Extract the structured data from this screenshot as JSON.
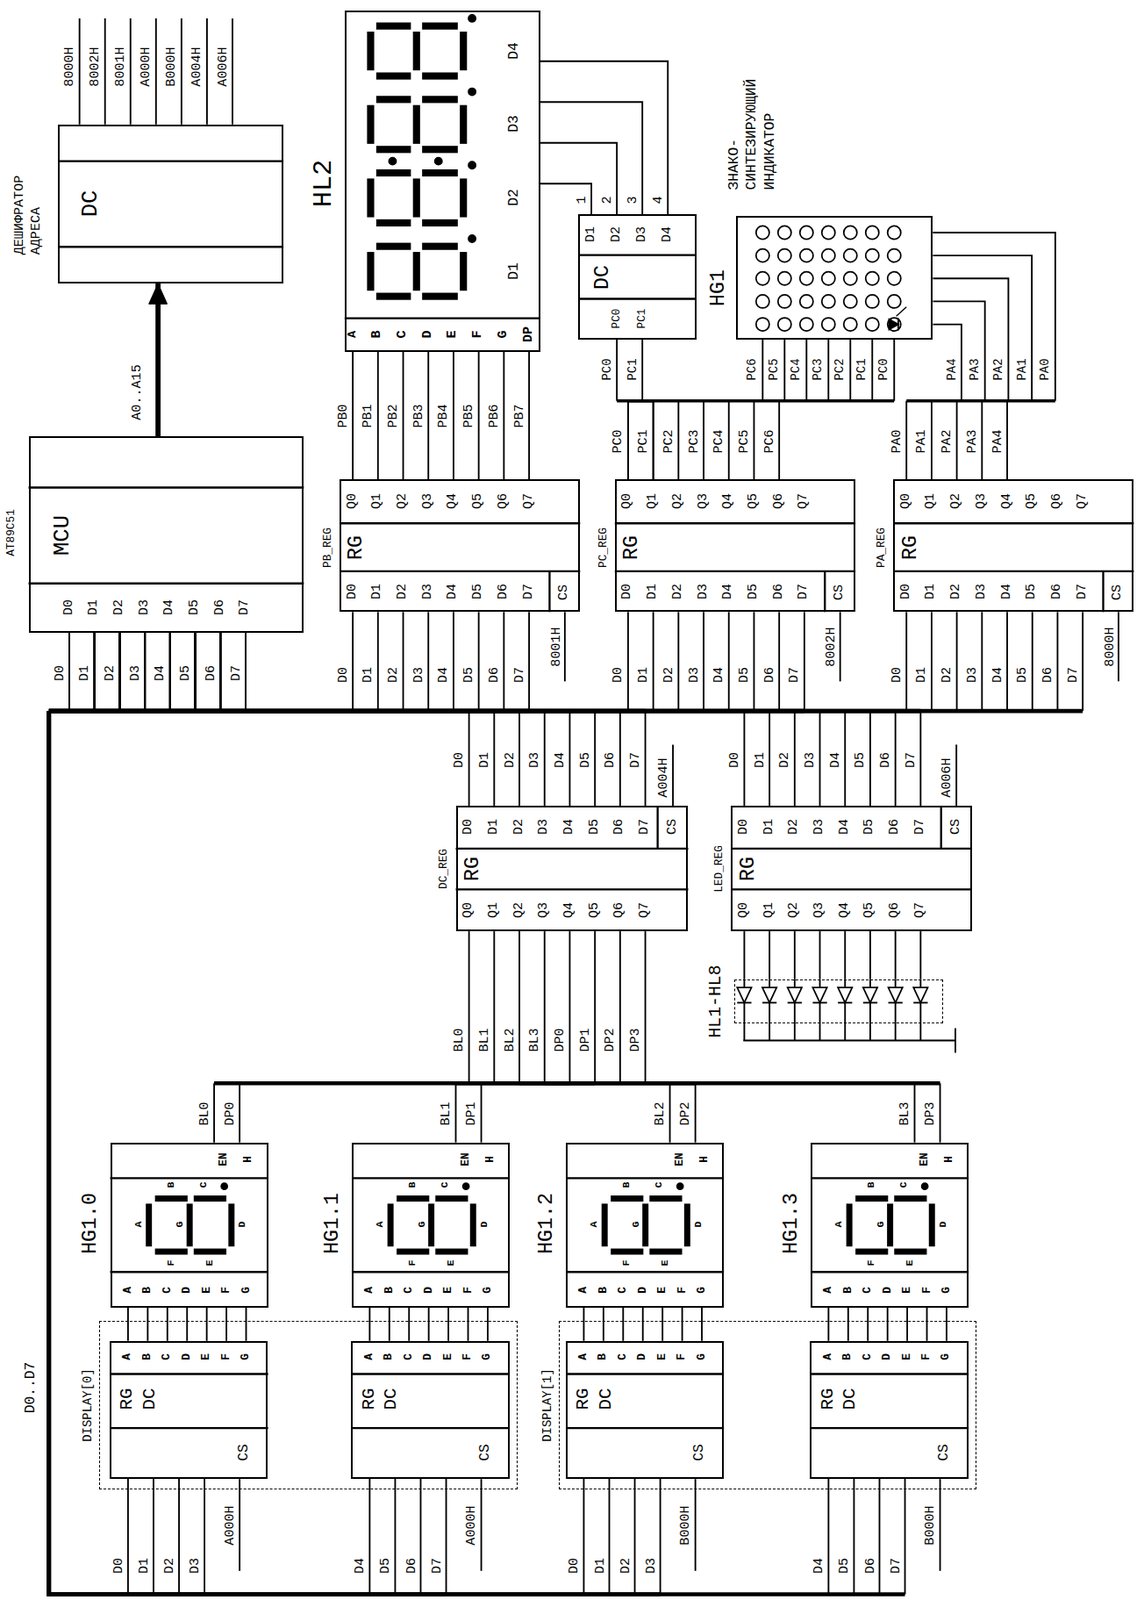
{
  "diagram": {
    "nodes": [
      {
        "text": [
          "ДЕШИФРАТОР АДРЕСА",
          "DC"
        ]
      },
      {
        "text": [
          "HL2",
          "D4",
          "D3",
          "D2",
          "D1",
          "A",
          "B",
          "C",
          "D",
          "E",
          "F",
          "G",
          "DP"
        ]
      },
      {
        "text": [
          "D1",
          "D2",
          "D3",
          "D4",
          "DC",
          "PC0",
          "PC1"
        ]
      },
      {
        "text": [
          "ЗНАКО- СИНТЕЗИРУЮЩИЙ ИНДИКАТОР",
          "HG1"
        ]
      },
      {
        "text": [
          "AT89C51",
          "MCU",
          "D0",
          "D1",
          "D2",
          "D3",
          "D4",
          "D5",
          "D6",
          "D7"
        ]
      },
      {
        "text": [
          "PB_REG",
          "RG",
          "Q0",
          "Q1",
          "Q2",
          "Q3",
          "Q4",
          "Q5",
          "Q6",
          "Q7",
          "D0",
          "D1",
          "D2",
          "D3",
          "D4",
          "D5",
          "D6",
          "D7",
          "CS"
        ]
      },
      {
        "text": [
          "PC_REG",
          "RG",
          "Q0",
          "Q1",
          "Q2",
          "Q3",
          "Q4",
          "Q5",
          "Q6",
          "Q7",
          "D0",
          "D1",
          "D2",
          "D3",
          "D4",
          "D5",
          "D6",
          "D7",
          "CS"
        ]
      },
      {
        "text": [
          "PA_REG",
          "RG",
          "Q0",
          "Q1",
          "Q2",
          "Q3",
          "Q4",
          "Q5",
          "Q6",
          "Q7",
          "D0",
          "D1",
          "D2",
          "D3",
          "D4",
          "D5",
          "D6",
          "D7",
          "CS"
        ]
      },
      {
        "text": [
          "DC_REG",
          "RG",
          "Q0",
          "Q1",
          "Q2",
          "Q3",
          "Q4",
          "Q5",
          "Q6",
          "Q7",
          "D0",
          "D1",
          "D2",
          "D3",
          "D4",
          "D5",
          "D6",
          "D7",
          "CS"
        ]
      },
      {
        "text": [
          "LED_REG",
          "RG",
          "Q0",
          "Q1",
          "Q2",
          "Q3",
          "Q4",
          "Q5",
          "Q6",
          "Q7",
          "D0",
          "D1",
          "D2",
          "D3",
          "D4",
          "D5",
          "D6",
          "D7",
          "CS"
        ]
      },
      {
        "text": [
          "HL1-HL8"
        ]
      },
      {
        "text": [
          "HG1.0",
          "EN",
          "H",
          "A",
          "B",
          "C",
          "G",
          "F",
          "E",
          "D",
          "A",
          "B",
          "C",
          "D",
          "E",
          "F",
          "G"
        ]
      },
      {
        "text": [
          "HG1.1",
          "EN",
          "H",
          "A",
          "B",
          "C",
          "G",
          "F",
          "E",
          "D",
          "A",
          "B",
          "C",
          "D",
          "E",
          "F",
          "G"
        ]
      },
      {
        "text": [
          "HG1.2",
          "EN",
          "H",
          "A",
          "B",
          "C",
          "G",
          "F",
          "E",
          "D",
          "A",
          "B",
          "C",
          "D",
          "E",
          "F",
          "G"
        ]
      },
      {
        "text": [
          "HG1.3",
          "EN",
          "H",
          "A",
          "B",
          "C",
          "G",
          "F",
          "E",
          "D",
          "A",
          "B",
          "C",
          "D",
          "E",
          "F",
          "G"
        ]
      },
      {
        "text": [
          "DISPLAY[0]"
        ]
      },
      {
        "text": [
          "RG",
          "DC",
          "A",
          "B",
          "C",
          "D",
          "E",
          "F",
          "G",
          "CS"
        ],
        "in": 15
      },
      {
        "text": [
          "RG",
          "DC",
          "A",
          "B",
          "C",
          "D",
          "E",
          "F",
          "G",
          "CS"
        ],
        "in": 15
      },
      {
        "text": [
          "DISPLAY[1]"
        ]
      },
      {
        "text": [
          "RG",
          "DC",
          "A",
          "B",
          "C",
          "D",
          "E",
          "F",
          "G",
          "CS"
        ],
        "in": 18
      },
      {
        "text": [
          "RG",
          "DC",
          "A",
          "B",
          "C",
          "D",
          "E",
          "F",
          "G",
          "CS"
        ],
        "in": 18
      }
    ],
    "edges": [
      {
        "from": 4,
        "to": 0,
        "arrow": "to"
      },
      {
        "from": 4,
        "to": 5,
        "arrow": "none"
      },
      {
        "from": 4,
        "to": 6,
        "arrow": "none"
      },
      {
        "from": 4,
        "to": 7,
        "arrow": "none"
      },
      {
        "from": 4,
        "to": 8,
        "arrow": "none"
      },
      {
        "from": 4,
        "to": 9,
        "arrow": "none"
      },
      {
        "from": 4,
        "to": 16,
        "arrow": "none"
      },
      {
        "from": 4,
        "to": 17,
        "arrow": "none"
      },
      {
        "from": 4,
        "to": 19,
        "arrow": "none"
      },
      {
        "from": 4,
        "to": 20,
        "arrow": "none"
      },
      {
        "from": 5,
        "to": 1,
        "arrow": "none"
      },
      {
        "from": 6,
        "to": 2,
        "arrow": "none"
      },
      {
        "from": 6,
        "to": 3,
        "arrow": "none"
      },
      {
        "from": 7,
        "to": 3,
        "arrow": "none"
      },
      {
        "from": 2,
        "to": 1,
        "arrow": "none"
      },
      {
        "from": 8,
        "to": 11,
        "arrow": "none"
      },
      {
        "from": 8,
        "to": 12,
        "arrow": "none"
      },
      {
        "from": 8,
        "to": 13,
        "arrow": "none"
      },
      {
        "from": 8,
        "to": 14,
        "arrow": "none"
      },
      {
        "from": 9,
        "to": 10,
        "arrow": "none"
      },
      {
        "from": 16,
        "to": 11,
        "arrow": "none"
      },
      {
        "from": 17,
        "to": 12,
        "arrow": "none"
      },
      {
        "from": 19,
        "to": 13,
        "arrow": "none"
      },
      {
        "from": 20,
        "to": 14,
        "arrow": "none"
      }
    ],
    "labels": [
      "8000H",
      "8002H",
      "8001H",
      "A000H",
      "B000H",
      "A004H",
      "A006H",
      "A0..A15",
      "D0",
      "D1",
      "D2",
      "D3",
      "D4",
      "D5",
      "D6",
      "D7",
      "D0..D7",
      "PB0",
      "PB1",
      "PB2",
      "PB3",
      "PB4",
      "PB5",
      "PB6",
      "PB7",
      "D0",
      "D1",
      "D2",
      "D3",
      "D4",
      "D5",
      "D6",
      "D7",
      "8001H",
      "PC0",
      "PC1",
      "PC2",
      "PC3",
      "PC4",
      "PC5",
      "PC6",
      "D0",
      "D1",
      "D2",
      "D3",
      "D4",
      "D5",
      "D6",
      "D7",
      "8002H",
      "PA0",
      "PA1",
      "PA2",
      "PA3",
      "PA4",
      "D0",
      "D1",
      "D2",
      "D3",
      "D4",
      "D5",
      "D6",
      "D7",
      "8000H",
      "1",
      "2",
      "3",
      "4",
      "PC0",
      "PC1",
      "PC6",
      "PC5",
      "PC4",
      "PC3",
      "PC2",
      "PC1",
      "PC0",
      "PA4",
      "PA3",
      "PA2",
      "PA1",
      "PA0",
      "D0",
      "D1",
      "D2",
      "D3",
      "D4",
      "D5",
      "D6",
      "D7",
      "A004H",
      "D0",
      "D1",
      "D2",
      "D3",
      "D4",
      "D5",
      "D6",
      "D7",
      "A006H",
      "BL0",
      "BL1",
      "BL2",
      "BL3",
      "DP0",
      "DP1",
      "DP2",
      "DP3",
      "BL0",
      "DP0",
      "BL1",
      "DP1",
      "BL2",
      "DP2",
      "BL3",
      "DP3",
      "D0",
      "D1",
      "D2",
      "D3",
      "A000H",
      "D4",
      "D5",
      "D6",
      "D7",
      "A000H",
      "D0",
      "D1",
      "D2",
      "D3",
      "B000H",
      "D4",
      "D5",
      "D6",
      "D7",
      "B000H"
    ]
  }
}
